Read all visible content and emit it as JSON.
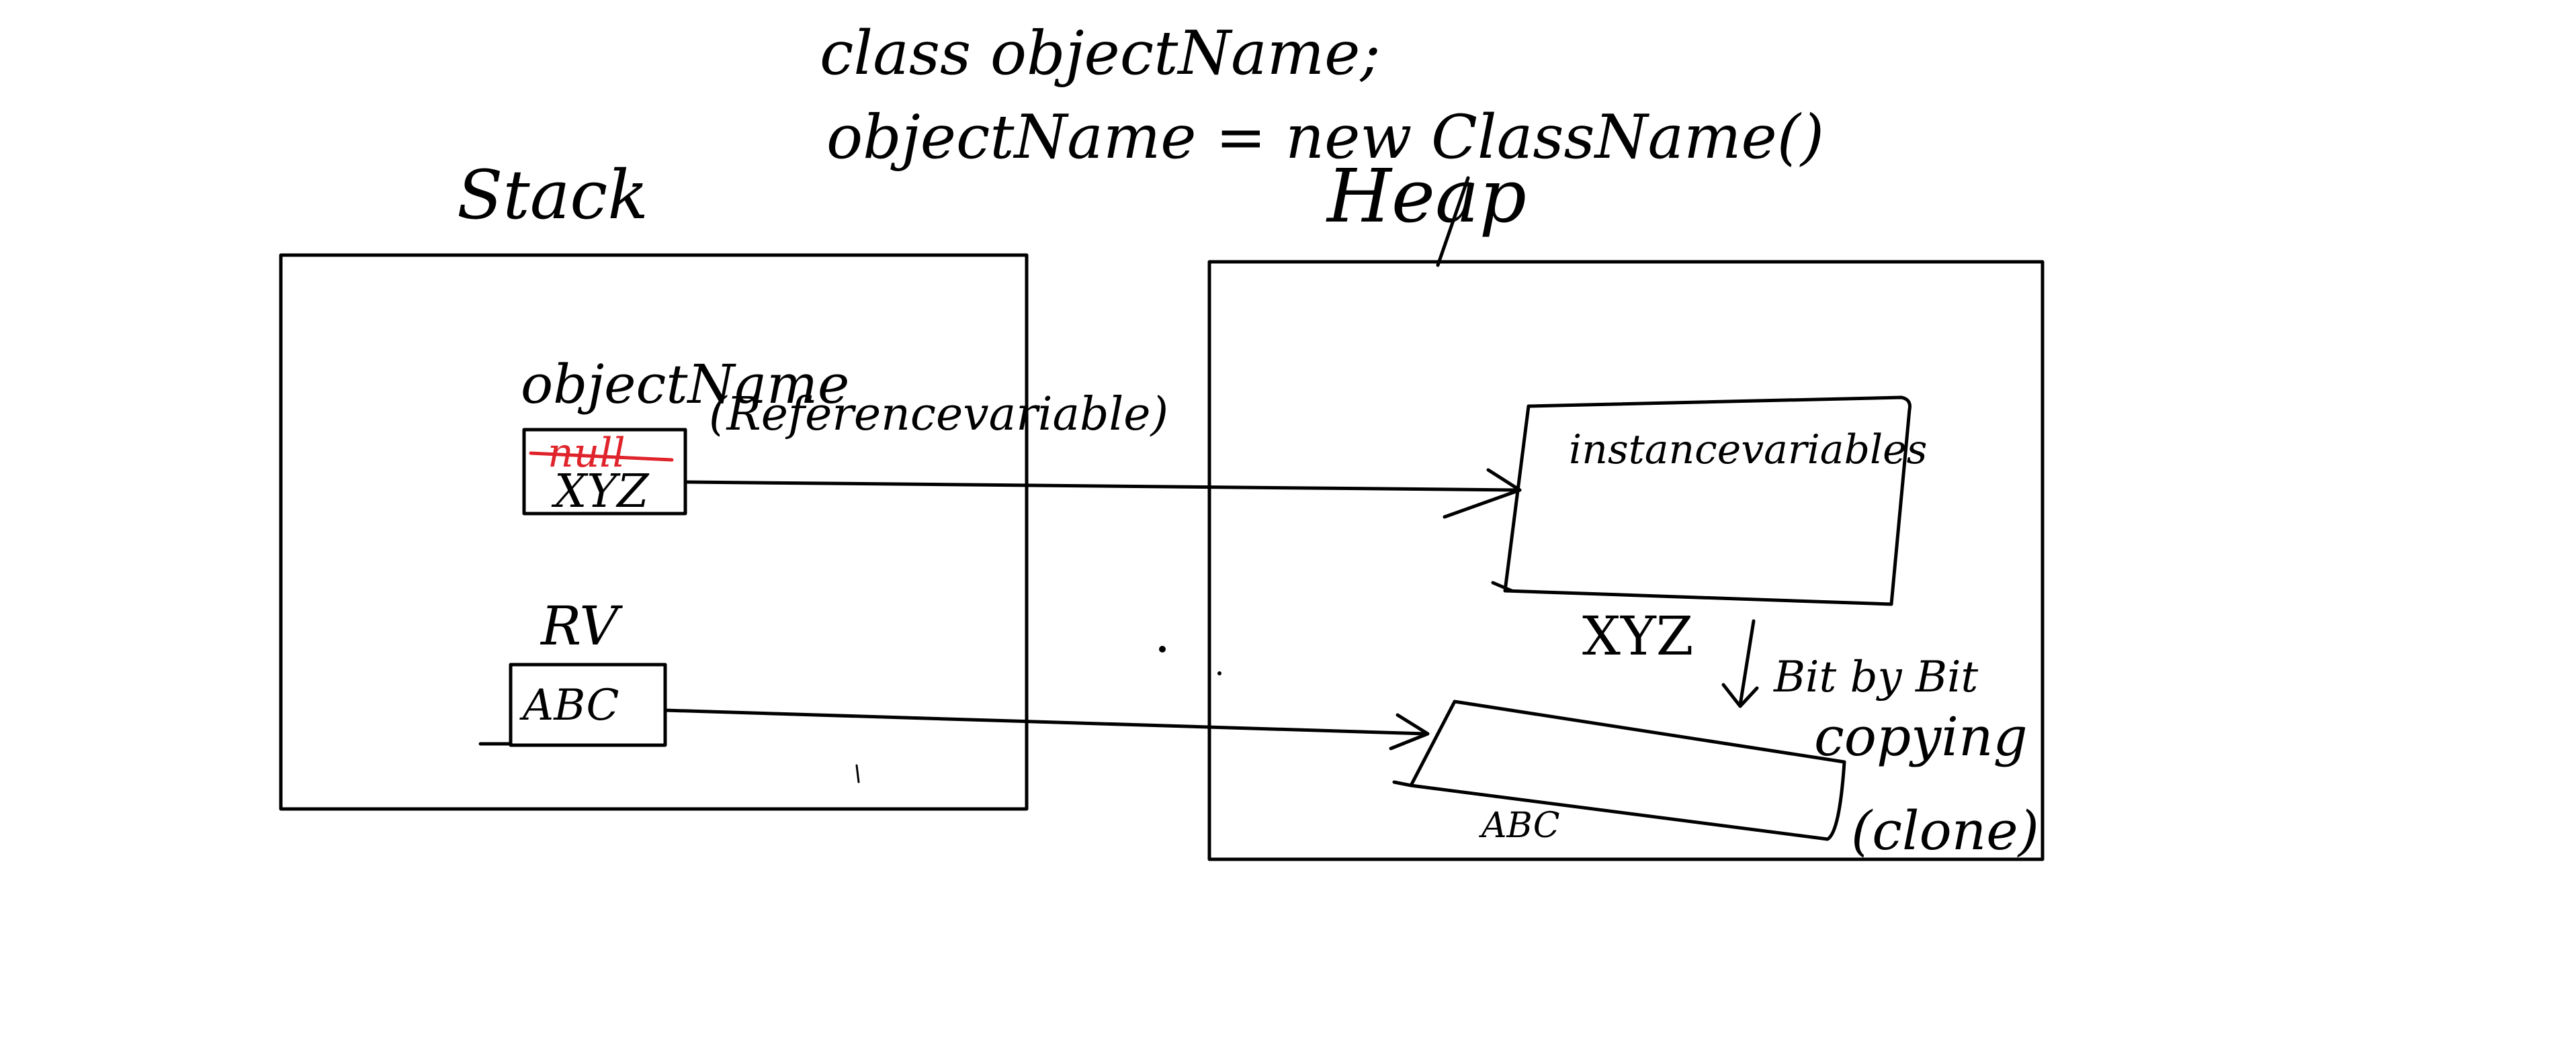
{
  "header": {
    "line1": "class objectName;",
    "line2": "objectName = new ClassName()"
  },
  "stack": {
    "title": "Stack",
    "reference_label": "objectName",
    "reference_note": "(Referencevariable)",
    "struck_value": "null",
    "current_value": "XYZ",
    "second_label": "RV",
    "second_value": "ABC"
  },
  "heap": {
    "title": "Heap",
    "object1_text": "instancevariables",
    "object1_label": "XYZ",
    "object2_label": "ABC",
    "copy_note_line1": "Bit by Bit",
    "copy_note_line2": "copying",
    "copy_note_line3": "(clone)"
  },
  "colors": {
    "ink": "#000000",
    "correction": "#e0242c"
  }
}
